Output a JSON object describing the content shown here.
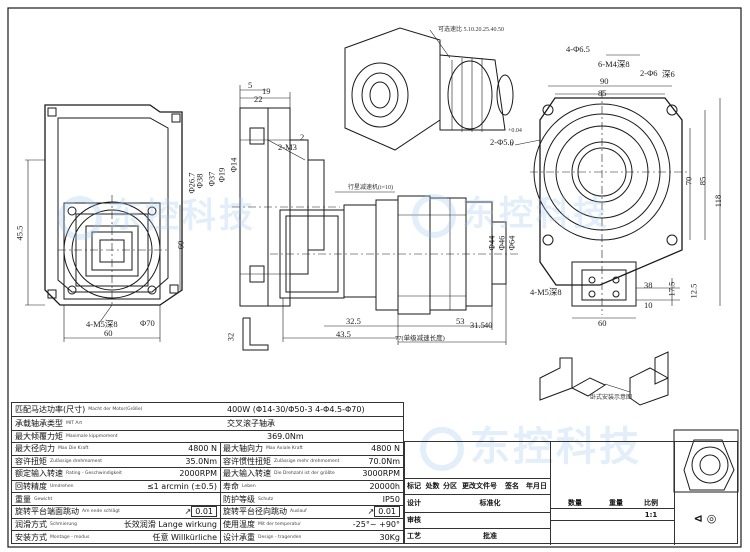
{
  "watermarks": [
    "东控科技",
    "东控科技",
    "东控科技"
  ],
  "dims": {
    "left_view": [
      "45.5",
      "60",
      "4-M5深8",
      "Φ70",
      "60"
    ],
    "side_view": [
      "19",
      "5",
      "22",
      "2-M3",
      "2",
      "Φ26.7",
      "Φ38",
      "Φ37",
      "Φ19",
      "Φ14"
    ],
    "main_view": [
      "32.5",
      "43.5",
      "53",
      "Φ44",
      "Φ46",
      "Φ64",
      "40",
      "31.5",
      "77(单级减速长度)",
      "行星减速机(i=10)"
    ],
    "right_view": [
      "4-Φ6.5",
      "6-M4深8",
      "2-Φ6",
      "深6",
      "90",
      "85",
      "2-Φ5.0",
      "+0.04",
      "0",
      "70",
      "85",
      "118",
      "4-M5深8",
      "60",
      "17.5",
      "12.5",
      "38",
      "10"
    ],
    "bracket": [
      "32"
    ],
    "iso_note": "可选速比 5.10.20.25.40.50",
    "install_note": "卧式安装示意图"
  },
  "spec_table": {
    "rows": [
      {
        "label": "匹配马达功率(尺寸)",
        "sub": "Macht der Motor(Größe)",
        "value": "400W (Φ14-30/Φ50-3 4-Φ4.5-Φ70)"
      },
      {
        "label": "承载轴承类型",
        "sub": "MIT Art",
        "value": "交叉滚子轴承"
      },
      {
        "label": "最大倾覆力矩",
        "sub": "Maximale kippmoment",
        "value": "369.0Nm"
      }
    ],
    "pairs": [
      [
        {
          "label": "最大径向力",
          "sub": "Max Die Kraft",
          "value": "4800 N"
        },
        {
          "label": "最大轴向力",
          "sub": "Max Axiale Kraft",
          "value": "4800 N"
        }
      ],
      [
        {
          "label": "容许扭矩",
          "sub": "Zulässige drehmoment",
          "value": "35.0Nm"
        },
        {
          "label": "容许惯性扭矩",
          "sub": "Zulässige mehr drehmoment",
          "value": "70.0Nm"
        }
      ],
      [
        {
          "label": "额定输入转速",
          "sub": "Rating - Geschwindigkeit",
          "value": "2000RPM"
        },
        {
          "label": "最大输入转速",
          "sub": "Die Drehzahl ist der größte",
          "value": "3000RPM"
        }
      ],
      [
        {
          "label": "回转精度",
          "sub": "Umdrehen",
          "value": "≤1 arcmin (±0.5)"
        },
        {
          "label": "寿命",
          "sub": "Leben",
          "value": "20000h"
        }
      ],
      [
        {
          "label": "重量",
          "sub": "Gewicht",
          "value": ""
        },
        {
          "label": "防护等级",
          "sub": "Schutz",
          "value": "IP50"
        }
      ],
      [
        {
          "label": "旋转平台端面跳动",
          "sub": "Am ende schlägt",
          "value": "0.01"
        },
        {
          "label": "旋转平台径向跳动",
          "sub": "Auslauf",
          "value": "0.01"
        }
      ],
      [
        {
          "label": "润滑方式",
          "sub": "Schmierung",
          "value": "长效润滑 Lange wirkung"
        },
        {
          "label": "使用温度",
          "sub": "Mit der temperatur",
          "value": "-25°~ +90°"
        }
      ],
      [
        {
          "label": "安装方式",
          "sub": "Montage - modus",
          "value": "任意 Willkürliche"
        },
        {
          "label": "设计承重",
          "sub": "Design - tragenden",
          "value": "30Kg"
        }
      ]
    ]
  },
  "title_block": {
    "header": [
      "标记",
      "处数",
      "分区",
      "更改文件号",
      "签名",
      "年月日"
    ],
    "rows": [
      "设计",
      "标准化",
      "审核",
      "工艺",
      "批准"
    ],
    "right_header": [
      "数量",
      "重量",
      "比例"
    ],
    "scale": "1:1"
  }
}
